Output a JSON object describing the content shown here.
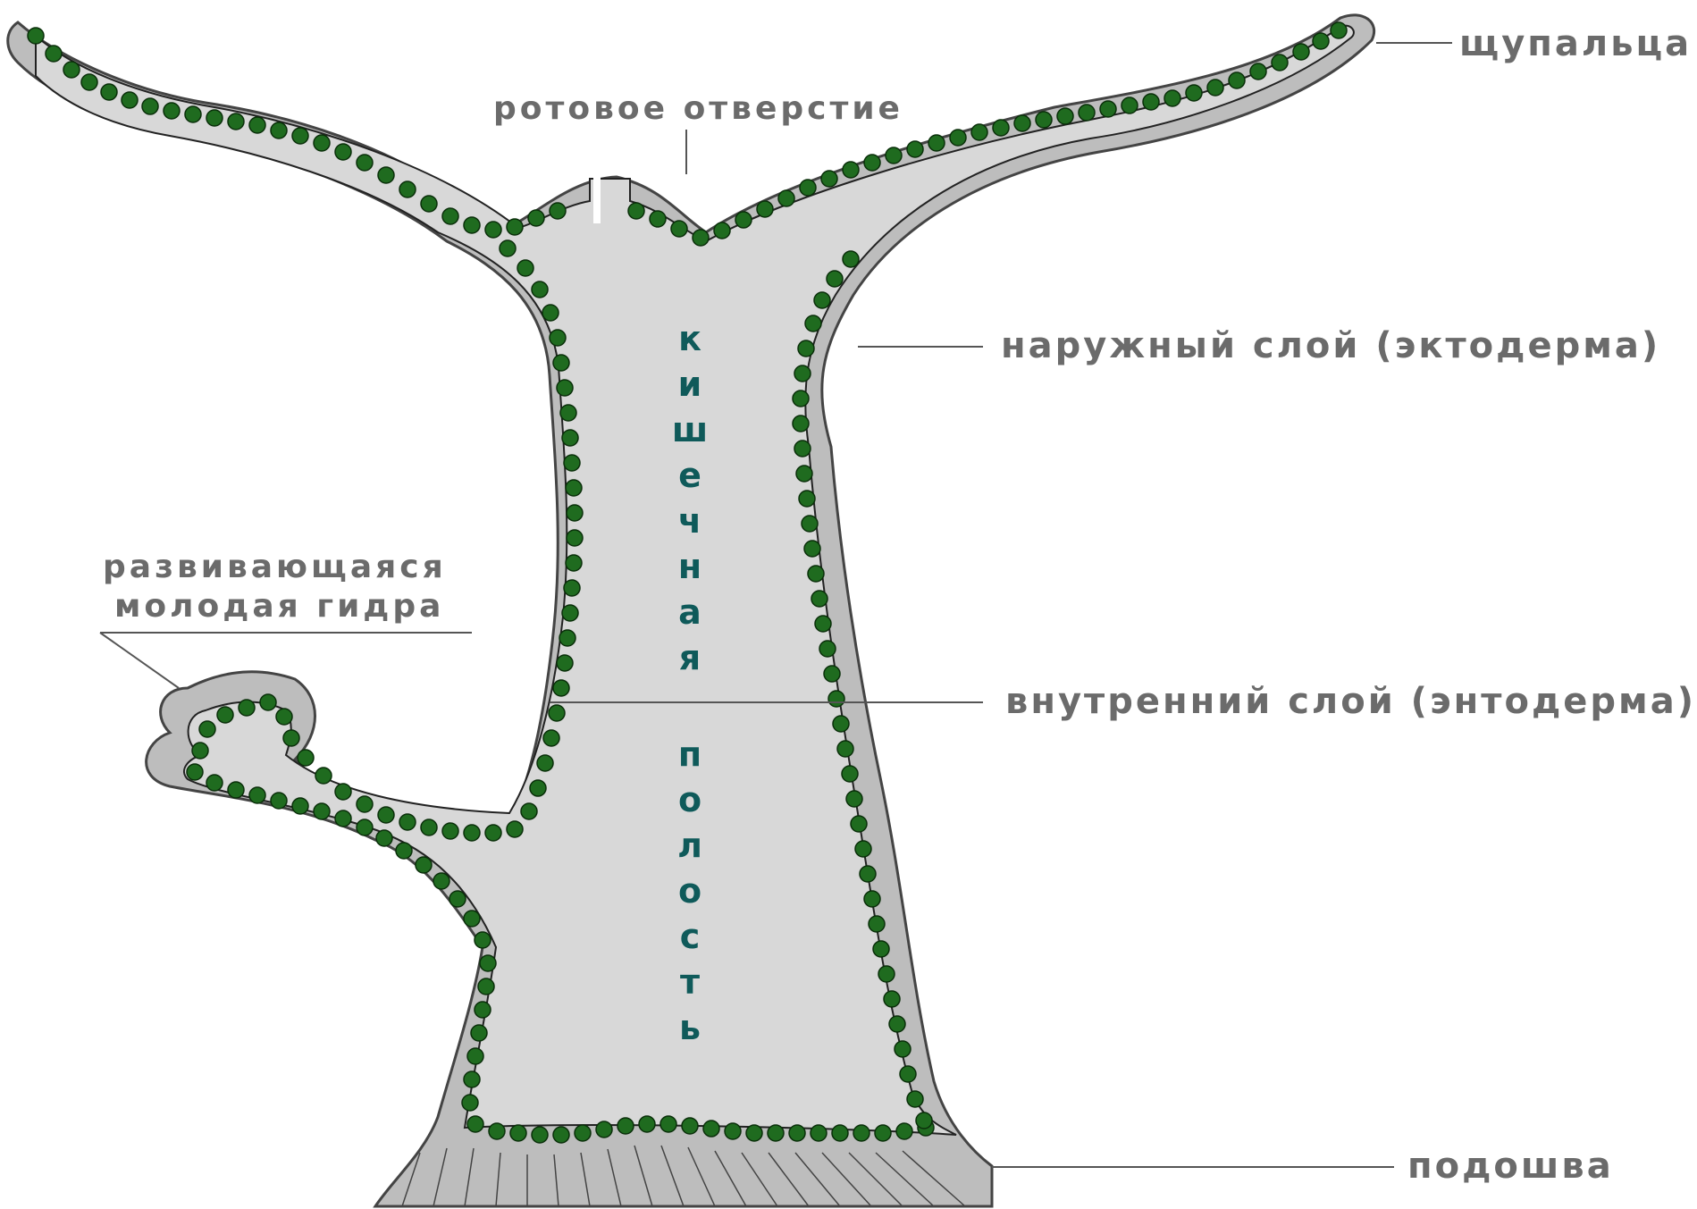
{
  "labels": {
    "tentacles": "щупальца",
    "mouth": "ротовое отверстие",
    "ectoderm": "наружный слой (эктодерма)",
    "endoderm": "внутренний слой (энтодерма)",
    "bud_line1": "развивающаяся",
    "bud_line2": "молодая гидра",
    "sole": "подошва"
  },
  "cavity": {
    "word1": [
      "к",
      "и",
      "ш",
      "е",
      "ч",
      "н",
      "а",
      "я"
    ],
    "word2": [
      "п",
      "о",
      "л",
      "о",
      "с",
      "т",
      "ь"
    ]
  },
  "colors": {
    "cavity_fill": "#d8d8d8",
    "ectoderm_fill": "#bdbdbd",
    "endoderm_cell": "#1f6b1f",
    "label_text": "#6b6b6b",
    "cavity_text": "#0f5a5a"
  }
}
